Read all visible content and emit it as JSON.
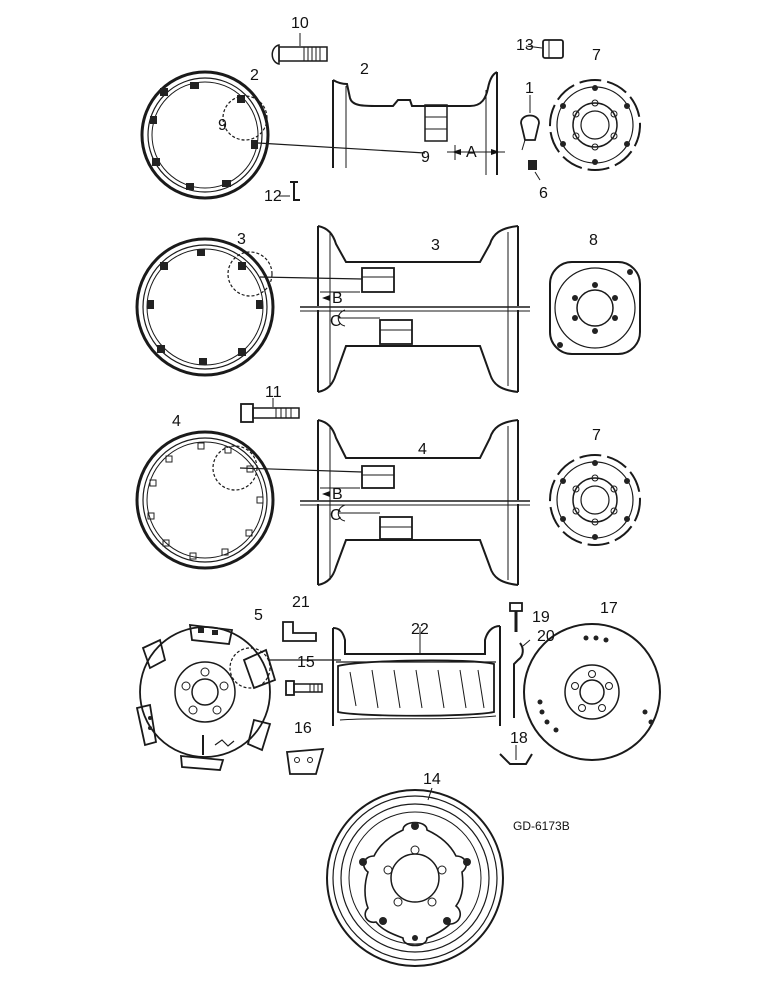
{
  "part_labels": {
    "p1": "1",
    "p2a": "2",
    "p2b": "2",
    "p3a": "3",
    "p3b": "3",
    "p4a": "4",
    "p4b": "4",
    "p5": "5",
    "p6": "6",
    "p7a": "7",
    "p7b": "7",
    "p8": "8",
    "p9a": "9",
    "p9b": "9",
    "p10": "10",
    "p11": "11",
    "p12": "12",
    "p13": "13",
    "p14": "14",
    "p15": "15",
    "p16": "16",
    "p17": "17",
    "p18": "18",
    "p19": "19",
    "p20": "20",
    "p21": "21",
    "p22": "22"
  },
  "dimension_labels": {
    "a": "A",
    "b1": "B",
    "c1": "C",
    "b2": "B",
    "c2": "C"
  },
  "drawing_code": "GD-6173B"
}
